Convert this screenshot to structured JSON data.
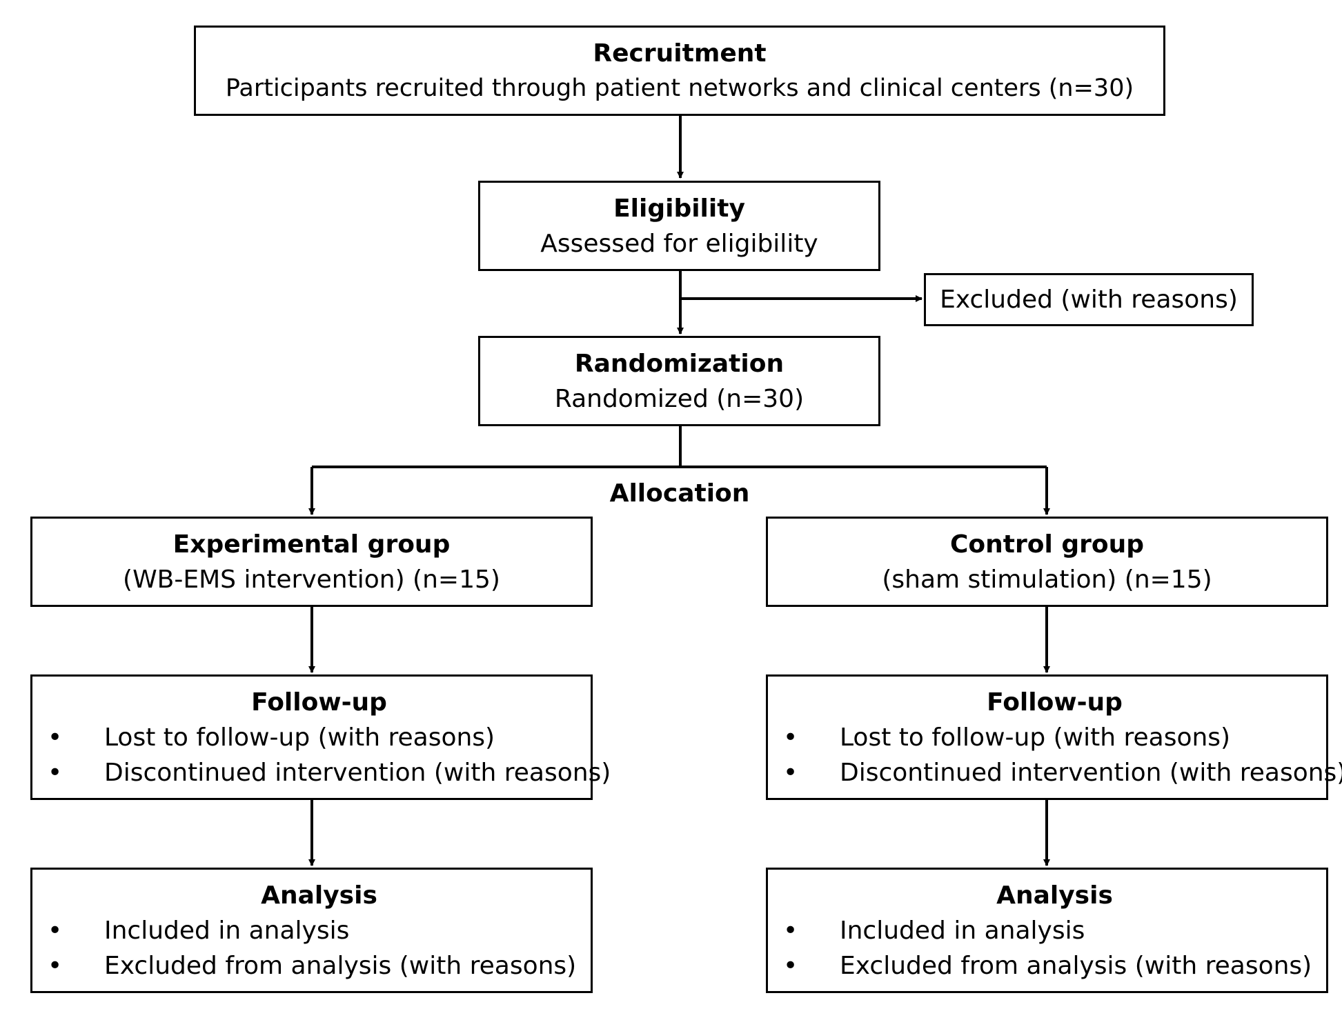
{
  "recruitment": {
    "title": "Recruitment",
    "text": "Participants recruited through patient networks and clinical centers (n=30)"
  },
  "eligibility": {
    "title": "Eligibility",
    "text": "Assessed for eligibility"
  },
  "excluded": {
    "text": "Excluded (with reasons)"
  },
  "randomization": {
    "title": "Randomization",
    "text": "Randomized (n=30)"
  },
  "allocation": {
    "label": "Allocation"
  },
  "experimental": {
    "title": "Experimental group",
    "text": "(WB-EMS intervention) (n=15)",
    "followup": {
      "title": "Follow-up",
      "items": [
        "Lost to follow-up (with reasons)",
        "Discontinued intervention (with reasons)"
      ]
    },
    "analysis": {
      "title": "Analysis",
      "items": [
        "Included in analysis",
        "Excluded from analysis (with reasons)"
      ]
    }
  },
  "control": {
    "title": "Control group",
    "text": "(sham stimulation) (n=15)",
    "followup": {
      "title": "Follow-up",
      "items": [
        "Lost to follow-up (with reasons)",
        "Discontinued intervention (with reasons)"
      ]
    },
    "analysis": {
      "title": "Analysis",
      "items": [
        "Included in analysis",
        "Excluded from analysis (with reasons)"
      ]
    }
  }
}
